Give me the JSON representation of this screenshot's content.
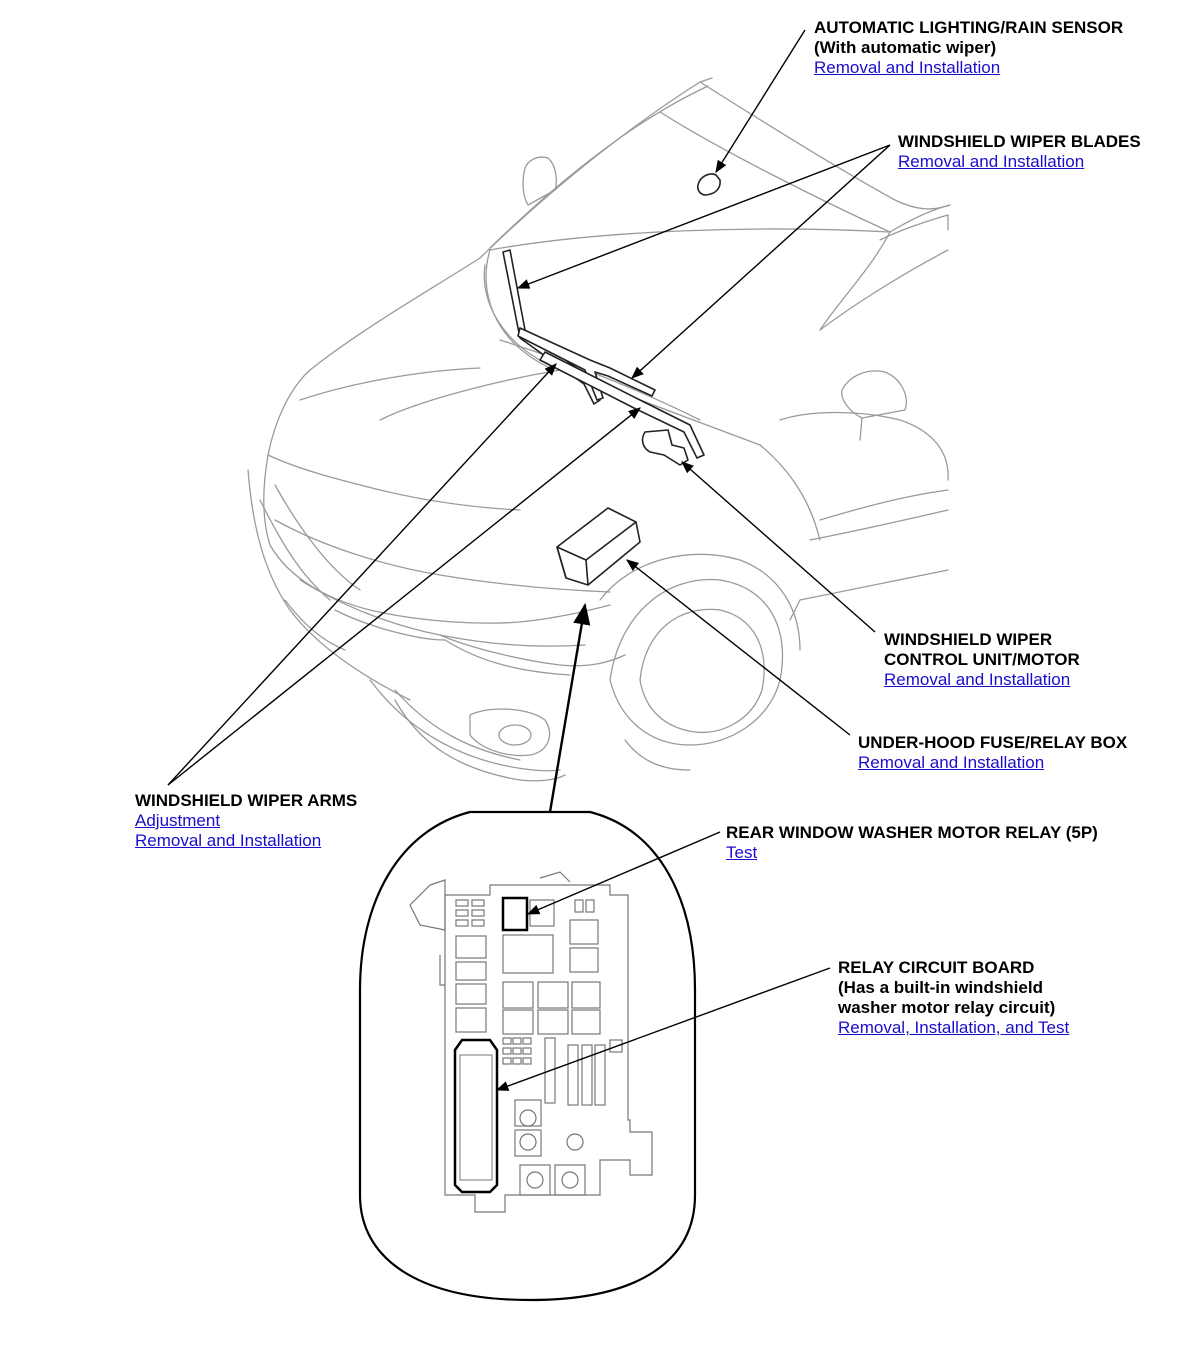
{
  "callouts": {
    "rain_sensor": {
      "title_line1": "AUTOMATIC LIGHTING/RAIN SENSOR",
      "title_line2": "(With automatic wiper)",
      "link": "Removal and Installation"
    },
    "wiper_blades": {
      "title_line1": "WINDSHIELD WIPER BLADES",
      "link": "Removal and Installation"
    },
    "wiper_motor": {
      "title_line1": "WINDSHIELD WIPER",
      "title_line2": "CONTROL UNIT/MOTOR",
      "link": "Removal and Installation"
    },
    "fuse_box": {
      "title_line1": "UNDER-HOOD FUSE/RELAY BOX",
      "link": "Removal and Installation"
    },
    "wiper_arms": {
      "title_line1": "WINDSHIELD WIPER ARMS",
      "link1": "Adjustment",
      "link2": "Removal and Installation"
    },
    "rear_washer_relay": {
      "title_line1": "REAR WINDOW WASHER MOTOR RELAY (5P)",
      "link": "Test"
    },
    "relay_board": {
      "title_line1": "RELAY CIRCUIT BOARD",
      "title_line2": "(Has a built-in windshield",
      "title_line3": "washer motor relay circuit)",
      "link": "Removal, Installation, and Test"
    }
  },
  "colors": {
    "link": "#1a0dcc",
    "line": "#000000",
    "drawing": "#9a9a9a"
  }
}
